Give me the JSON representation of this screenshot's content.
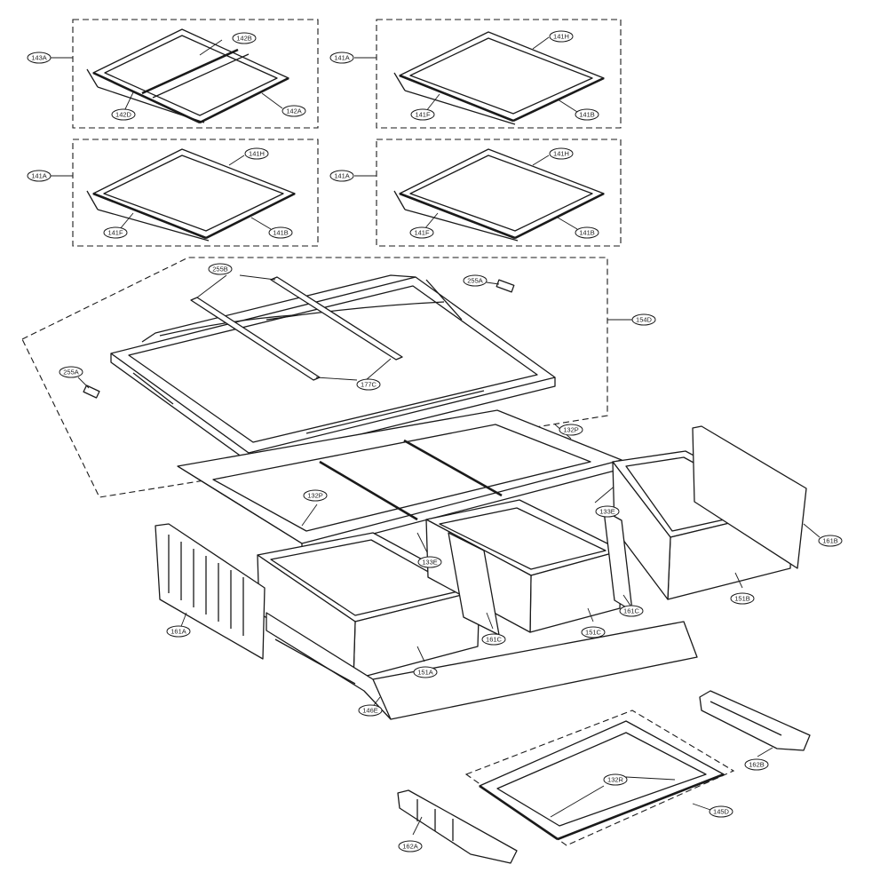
{
  "callouts": {
    "c143A": "143A",
    "c142B": "142B",
    "c142D": "142D",
    "c142A": "142A",
    "c141A_1": "141A",
    "c141H_1": "141H",
    "c141F_1": "141F",
    "c141B_1": "141B",
    "c141A_2": "141A",
    "c141H_2": "141H",
    "c141F_2": "141F",
    "c141B_2": "141B",
    "c141A_3": "141A",
    "c141H_3": "141H",
    "c141F_3": "141F",
    "c141B_3": "141B",
    "c255B": "255B",
    "c255A_1": "255A",
    "c255A_2": "255A",
    "c154D": "154D",
    "c177C": "177C",
    "c132P_1": "132P",
    "c132P_2": "132P",
    "c133E_1": "133E",
    "c133E_2": "133E",
    "c161B": "161B",
    "c161A": "161A",
    "c161C_1": "161C",
    "c161C_2": "161C",
    "c151A": "151A",
    "c151B": "151B",
    "c151C": "151C",
    "c146E": "146E",
    "c162B": "162B",
    "c162A": "162A",
    "c132R": "132R",
    "c145D": "145D"
  }
}
